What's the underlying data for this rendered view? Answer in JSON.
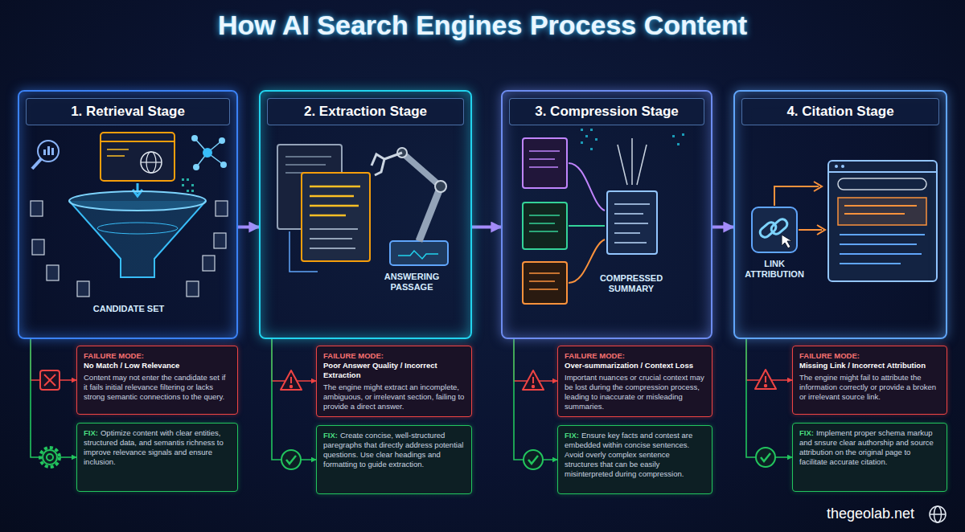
{
  "diagram": {
    "title": "How AI Search Engines Process Content",
    "nodes": [
      {
        "text": [
          "1. Retrieval Stage"
        ]
      },
      {
        "text": [
          "FAILURE MODE:",
          "No Match / Low Relevance",
          "Content may not enter the candidate set if it fails initial relevance filtering or lacks strong semantic connections to the query."
        ]
      },
      {
        "text": [
          "FIX:",
          "Optimize content with clear entities, structured data, and semantis richness to improve relevance signals and ensure inclusion."
        ]
      },
      {
        "text": [
          "2. Extraction Stage"
        ]
      },
      {
        "text": [
          "FAILURE MODE:",
          "Poor Answer Quality / Incorrect Extraction",
          "The engine might extract an incomplete, ambiguous, or irrelevant section, failing to provide a direct answer."
        ]
      },
      {
        "text": [
          "FIX:",
          "Create concise, well-structured paregraphs that directly address potential questions. Use clear headings and formatting to guide extraction."
        ]
      },
      {
        "text": [
          "3. Compression Stage"
        ]
      },
      {
        "text": [
          "FAILURE MODE:",
          "Over-summarization / Context Loss",
          "Important nuances or crucial context may be lost during the compression process, leading to inaccurate or misleading summaries."
        ]
      },
      {
        "text": [
          "FIX:",
          "Ensure key facts and contest are embedded within concise sentences. Avoid overly complex sentence structures that can be easily misinterpreted during compression."
        ]
      },
      {
        "text": [
          "4. Citation Stage"
        ]
      },
      {
        "text": [
          "FAILURE MODE:",
          "Missing Link / Incorrect Attribution",
          "The engine might fail to attribute the information correctly or provide a broken or irrelevant source link."
        ]
      },
      {
        "text": [
          "FIX:",
          "Implement proper schema markup and snsure clear authorship and source attribution on the original page to facilitate accurate citation."
        ]
      }
    ],
    "edges": [
      {
        "from": 0,
        "to": 3,
        "arrow": "to"
      },
      {
        "from": 3,
        "to": 6,
        "arrow": "to"
      },
      {
        "from": 6,
        "to": 9,
        "arrow": "to"
      },
      {
        "from": 0,
        "to": 1,
        "arrow": "to"
      },
      {
        "from": 0,
        "to": 2,
        "arrow": "to"
      },
      {
        "from": 3,
        "to": 4,
        "arrow": "to"
      },
      {
        "from": 3,
        "to": 5,
        "arrow": "to"
      },
      {
        "from": 6,
        "to": 7,
        "arrow": "to"
      },
      {
        "from": 6,
        "to": 8,
        "arrow": "to"
      },
      {
        "from": 9,
        "to": 10,
        "arrow": "to"
      },
      {
        "from": 9,
        "to": 11,
        "arrow": "to"
      }
    ],
    "labels": [
      "CANDIDATE SET",
      "ANSWERING PASSAGE",
      "COMPRESSED SUMMARY",
      "LINK ATTRIBUTION",
      "thegeolab.net"
    ]
  }
}
